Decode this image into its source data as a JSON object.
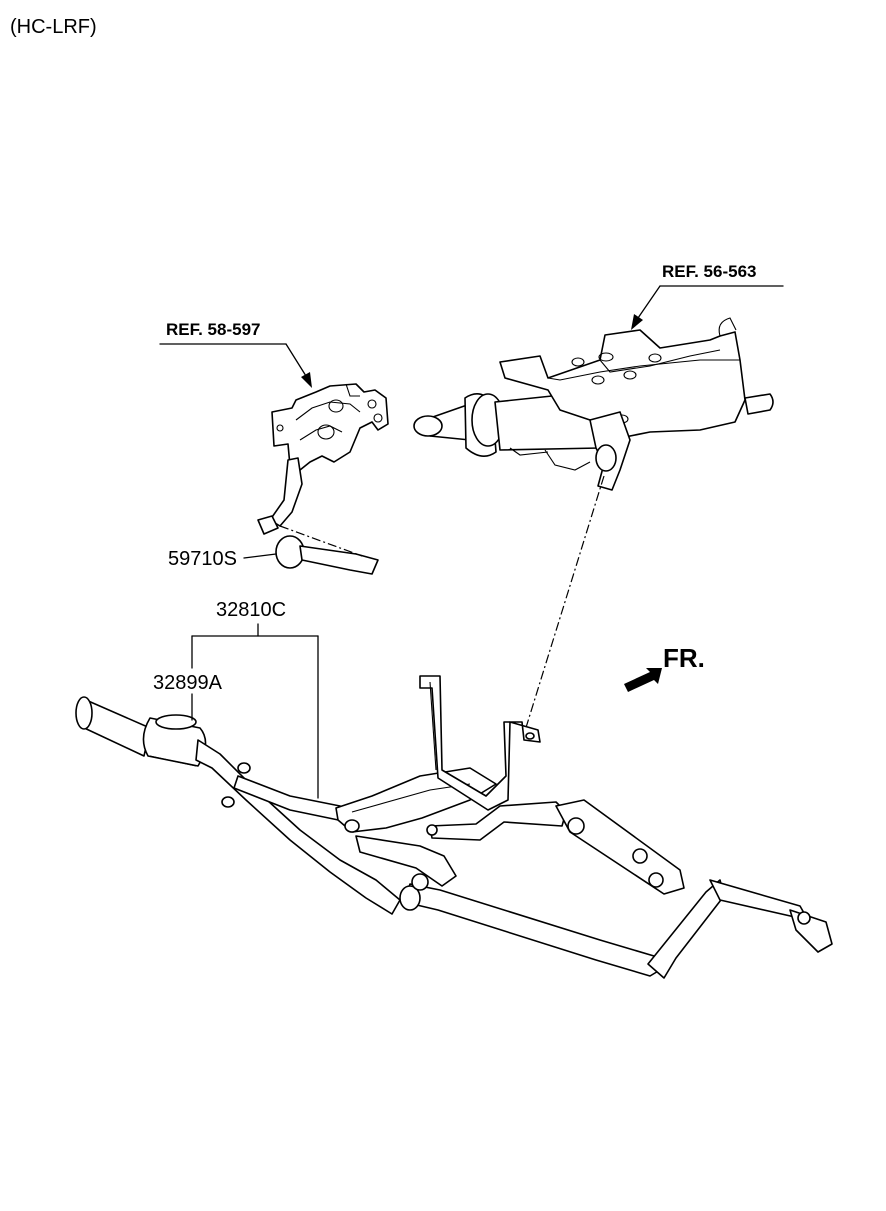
{
  "diagram": {
    "header_code": "(HC-LRF)",
    "callouts": {
      "ref_shift_lever": "REF. 58-597",
      "ref_steering_column": "REF. 56-563",
      "knob_part": "59710S",
      "cable_assembly": "32810C",
      "cable_sub_part": "32899A",
      "front_indicator": "FR."
    }
  }
}
